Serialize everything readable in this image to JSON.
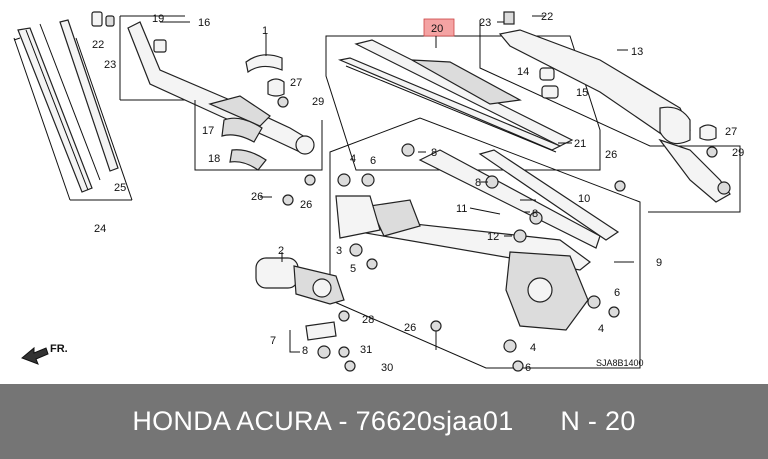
{
  "diagram": {
    "callouts": [
      {
        "id": "c1",
        "text": "1"
      },
      {
        "id": "c2",
        "text": "2"
      },
      {
        "id": "c3",
        "text": "3"
      },
      {
        "id": "c4a",
        "text": "4"
      },
      {
        "id": "c4b",
        "text": "4"
      },
      {
        "id": "c4c",
        "text": "4"
      },
      {
        "id": "c5",
        "text": "5"
      },
      {
        "id": "c6a",
        "text": "6"
      },
      {
        "id": "c6b",
        "text": "6"
      },
      {
        "id": "c6c",
        "text": "6"
      },
      {
        "id": "c7",
        "text": "7"
      },
      {
        "id": "c8a",
        "text": "8"
      },
      {
        "id": "c8b",
        "text": "8"
      },
      {
        "id": "c8c",
        "text": "8"
      },
      {
        "id": "c8d",
        "text": "8"
      },
      {
        "id": "c9",
        "text": "9"
      },
      {
        "id": "c10",
        "text": "10"
      },
      {
        "id": "c11",
        "text": "11"
      },
      {
        "id": "c12",
        "text": "12"
      },
      {
        "id": "c13",
        "text": "13"
      },
      {
        "id": "c14",
        "text": "14"
      },
      {
        "id": "c15",
        "text": "15"
      },
      {
        "id": "c16",
        "text": "16"
      },
      {
        "id": "c17",
        "text": "17"
      },
      {
        "id": "c18",
        "text": "18"
      },
      {
        "id": "c19",
        "text": "19"
      },
      {
        "id": "c20",
        "text": "20"
      },
      {
        "id": "c21",
        "text": "21"
      },
      {
        "id": "c22a",
        "text": "22"
      },
      {
        "id": "c22b",
        "text": "22"
      },
      {
        "id": "c23a",
        "text": "23"
      },
      {
        "id": "c23b",
        "text": "23"
      },
      {
        "id": "c24",
        "text": "24"
      },
      {
        "id": "c25",
        "text": "25"
      },
      {
        "id": "c26a",
        "text": "26"
      },
      {
        "id": "c26b",
        "text": "26"
      },
      {
        "id": "c26c",
        "text": "26"
      },
      {
        "id": "c26d",
        "text": "26"
      },
      {
        "id": "c27a",
        "text": "27"
      },
      {
        "id": "c27b",
        "text": "27"
      },
      {
        "id": "c28",
        "text": "28"
      },
      {
        "id": "c29a",
        "text": "29"
      },
      {
        "id": "c29b",
        "text": "29"
      },
      {
        "id": "c30",
        "text": "30"
      },
      {
        "id": "c31",
        "text": "31"
      }
    ],
    "highlight_color": "#f4a3a3",
    "direction_label": "FR.",
    "reference_code": "SJA8B1400"
  },
  "footer": {
    "text": "HONDA ACURA - 76620sjaa01      N - 20",
    "background": "#757575"
  }
}
